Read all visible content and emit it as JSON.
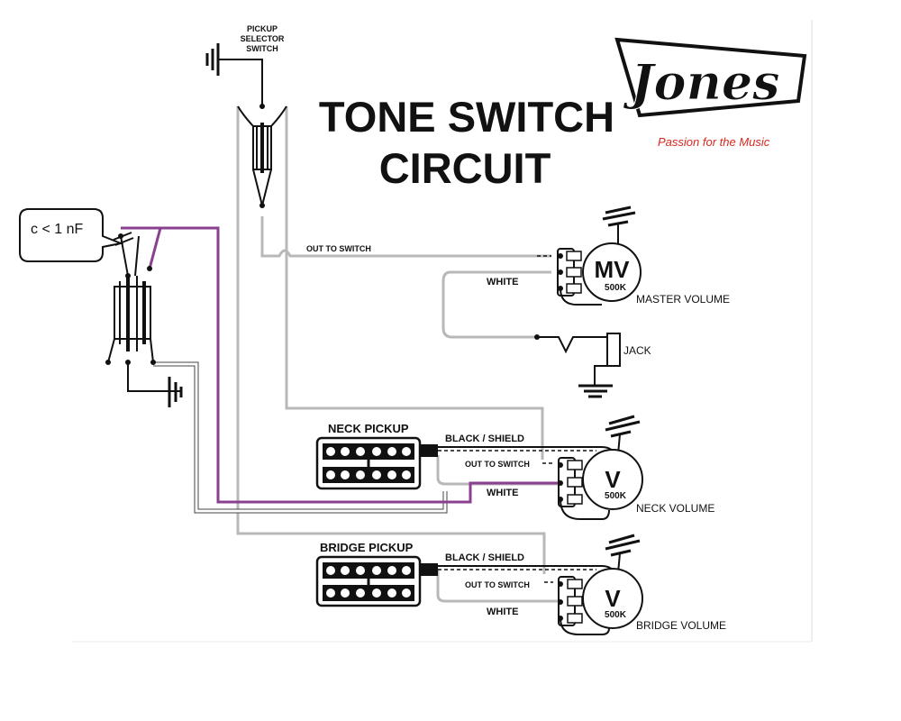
{
  "title": {
    "line1": "TONE SWITCH",
    "line2": "CIRCUIT"
  },
  "logo": {
    "text": "Jones",
    "tagline": "Passion for the Music",
    "accent_color": "#d9281e"
  },
  "capacitor_note": "c < 1 nF",
  "pickup_selector": {
    "line1": "PICKUP",
    "line2": "SELECTOR",
    "line3": "SWITCH"
  },
  "wire_labels": {
    "out_to_switch_top": "OUT TO SWITCH",
    "white_master": "WHITE",
    "black_shield_neck": "BLACK / SHIELD",
    "out_to_switch_neck": "OUT TO SWITCH",
    "white_neck": "WHITE",
    "black_shield_bridge": "BLACK / SHIELD",
    "out_to_switch_bridge": "OUT TO SWITCH",
    "white_bridge": "WHITE"
  },
  "pickups": {
    "neck": "NECK PICKUP",
    "bridge": "BRIDGE PICKUP"
  },
  "pots": {
    "master": {
      "symbol": "MV",
      "value": "500K",
      "label": "MASTER VOLUME"
    },
    "neck": {
      "symbol": "V",
      "value": "500K",
      "label": "NECK VOLUME"
    },
    "bridge": {
      "symbol": "V",
      "value": "500K",
      "label": "BRIDGE VOLUME"
    }
  },
  "jack_label": "JACK",
  "colors": {
    "wire_gray": "#b8b8b8",
    "wire_black": "#111111",
    "tone_wire_purple": "#8a3f8f"
  }
}
